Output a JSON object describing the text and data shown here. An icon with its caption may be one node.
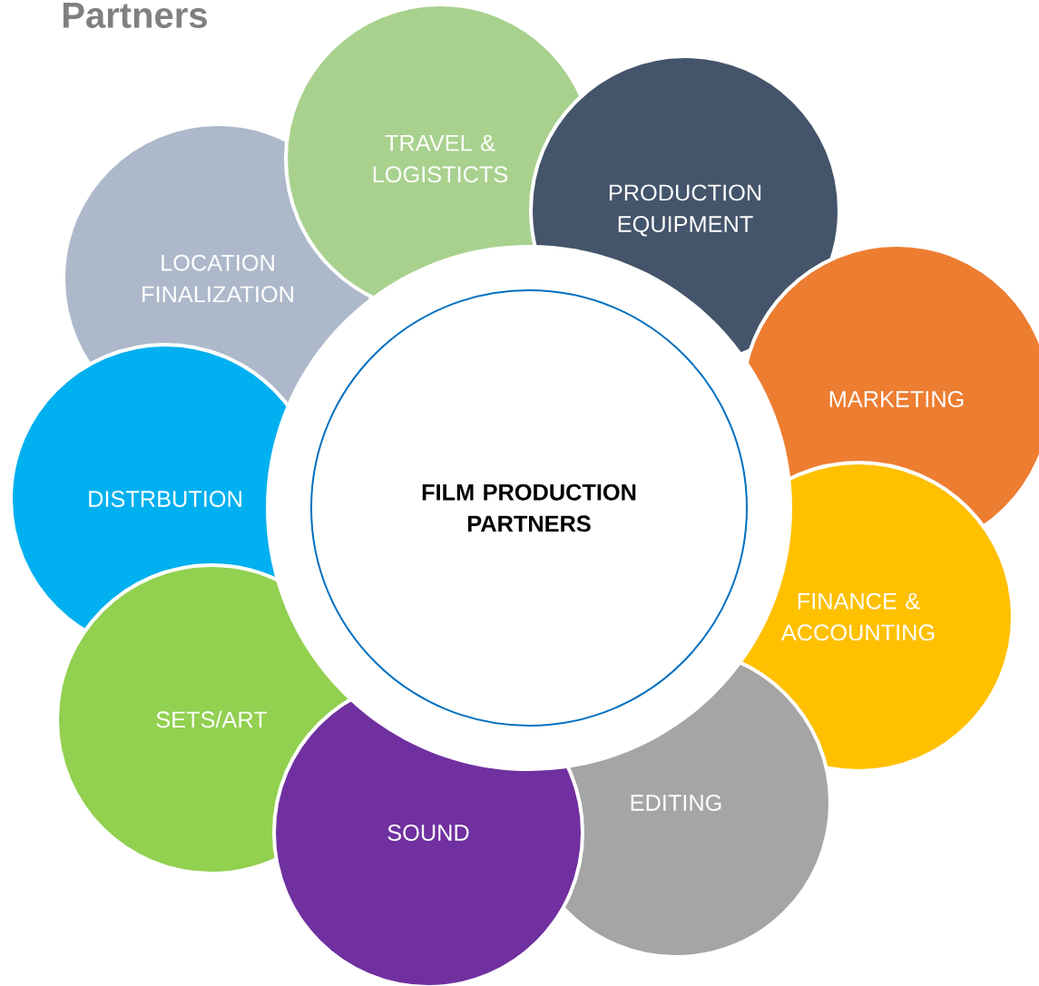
{
  "diagram": {
    "title": "Partners",
    "nodes": [
      {
        "text": [
          "FILM PRODUCTION PARTNERS"
        ]
      },
      {
        "text": [
          "TRAVEL & LOGISTICTS"
        ]
      },
      {
        "text": [
          "LOCATION FINALIZATION"
        ]
      },
      {
        "text": [
          "PRODUCTION EQUIPMENT"
        ]
      },
      {
        "text": [
          "MARKETING"
        ]
      },
      {
        "text": [
          "DISTRBUTION"
        ]
      },
      {
        "text": [
          "FINANCE & ACCOUNTING"
        ]
      },
      {
        "text": [
          "SETS/ART"
        ]
      },
      {
        "text": [
          "EDITING"
        ]
      },
      {
        "text": [
          "SOUND"
        ]
      }
    ],
    "edges": []
  }
}
